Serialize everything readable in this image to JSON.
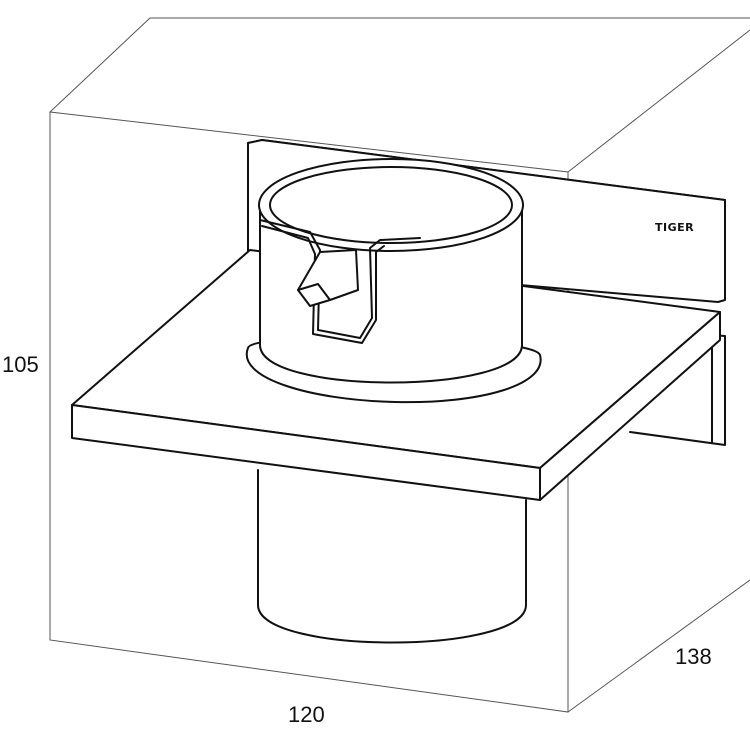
{
  "dimensions": {
    "height": "105",
    "width": "120",
    "depth": "138"
  },
  "brand_label": "TIGER",
  "colors": {
    "line": "#111111",
    "box_line": "#555555",
    "face_light": "#ffffff",
    "face_shade": "#f2f2f2"
  }
}
